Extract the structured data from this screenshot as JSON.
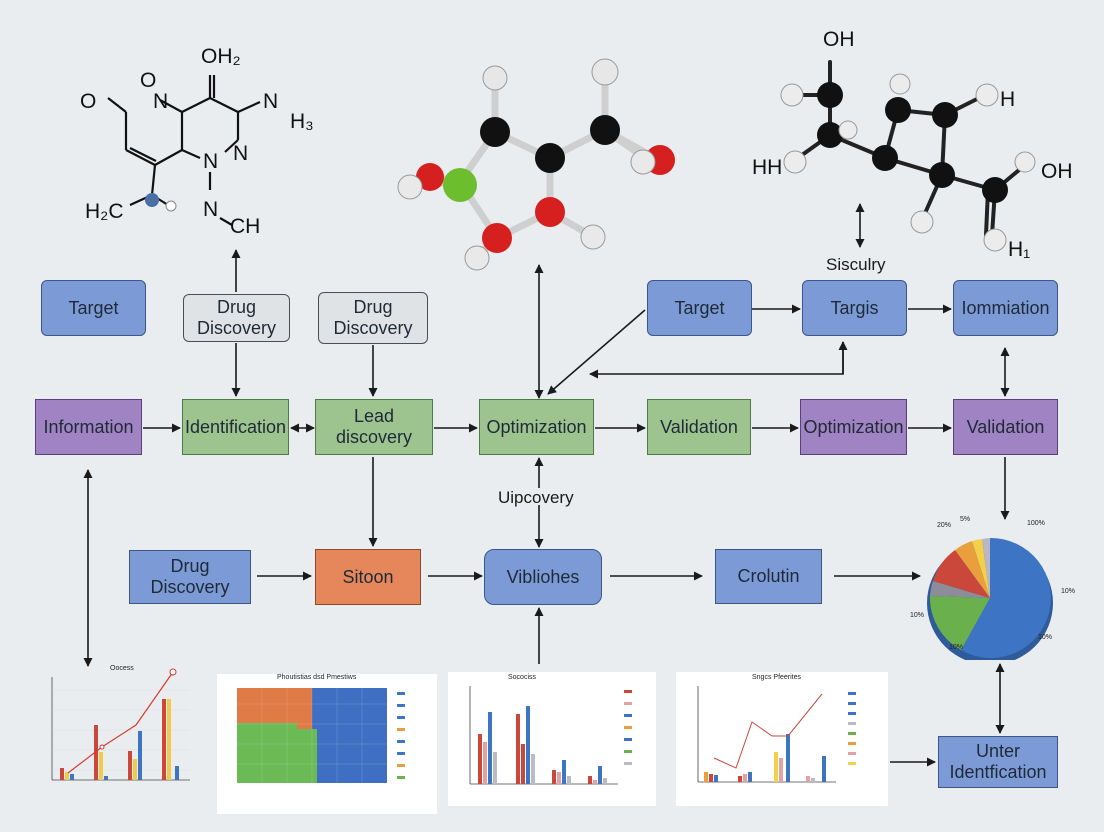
{
  "boxes": {
    "target_left": "Target",
    "drug_discovery_1": "Drug Discovery",
    "drug_discovery_2": "Drug Discovery",
    "target_right": "Target",
    "targis": "Targis",
    "iommiation": "Iommiation",
    "information": "Information",
    "identification": "Identification",
    "lead_discovery": "Lead discovery",
    "optimization_1": "Optimization",
    "validation_1": "Validation",
    "optimization_2": "Optimization",
    "validation_2": "Validation",
    "drug_discovery_3": "Drug Discovery",
    "sitoon": "Sitoon",
    "vibliohes": "Vibliohes",
    "crolutin": "Crolutin",
    "unter": "Unter Identfication"
  },
  "labels": {
    "uipcovery": "Uipcovery",
    "sisculry": "Sisculry"
  },
  "molecule_left": {
    "o_top": "O",
    "o_left": "O",
    "n_ring": "N",
    "oh2": "OH₂",
    "nh3_n": "N",
    "nh3_h": "H₃",
    "n1": "N",
    "n2": "N",
    "n3": "N",
    "h2c": "H₂C",
    "ch": "CH"
  },
  "molecule_right": {
    "oh_top": "OH",
    "h_right": "H",
    "hh": "HH",
    "oh_right": "OH",
    "h1": "H₁"
  },
  "mini_charts": {
    "chart1_title": "Oocess",
    "chart3_title": "Socociss",
    "chart4_title": "Sngcs Pfeerites",
    "heatmap_title": "Phoutistias dsd Pmestiws"
  },
  "pie": {
    "labels": [
      "20%",
      "5%",
      "100%",
      "10%",
      "10%",
      "10%",
      "10%"
    ]
  },
  "colors": {
    "blue_box": "#7c9bd6",
    "purple_box": "#a083c2",
    "green_box": "#9dc48f",
    "orange_box": "#e5875b",
    "gray_box": "#e0e3e6"
  }
}
